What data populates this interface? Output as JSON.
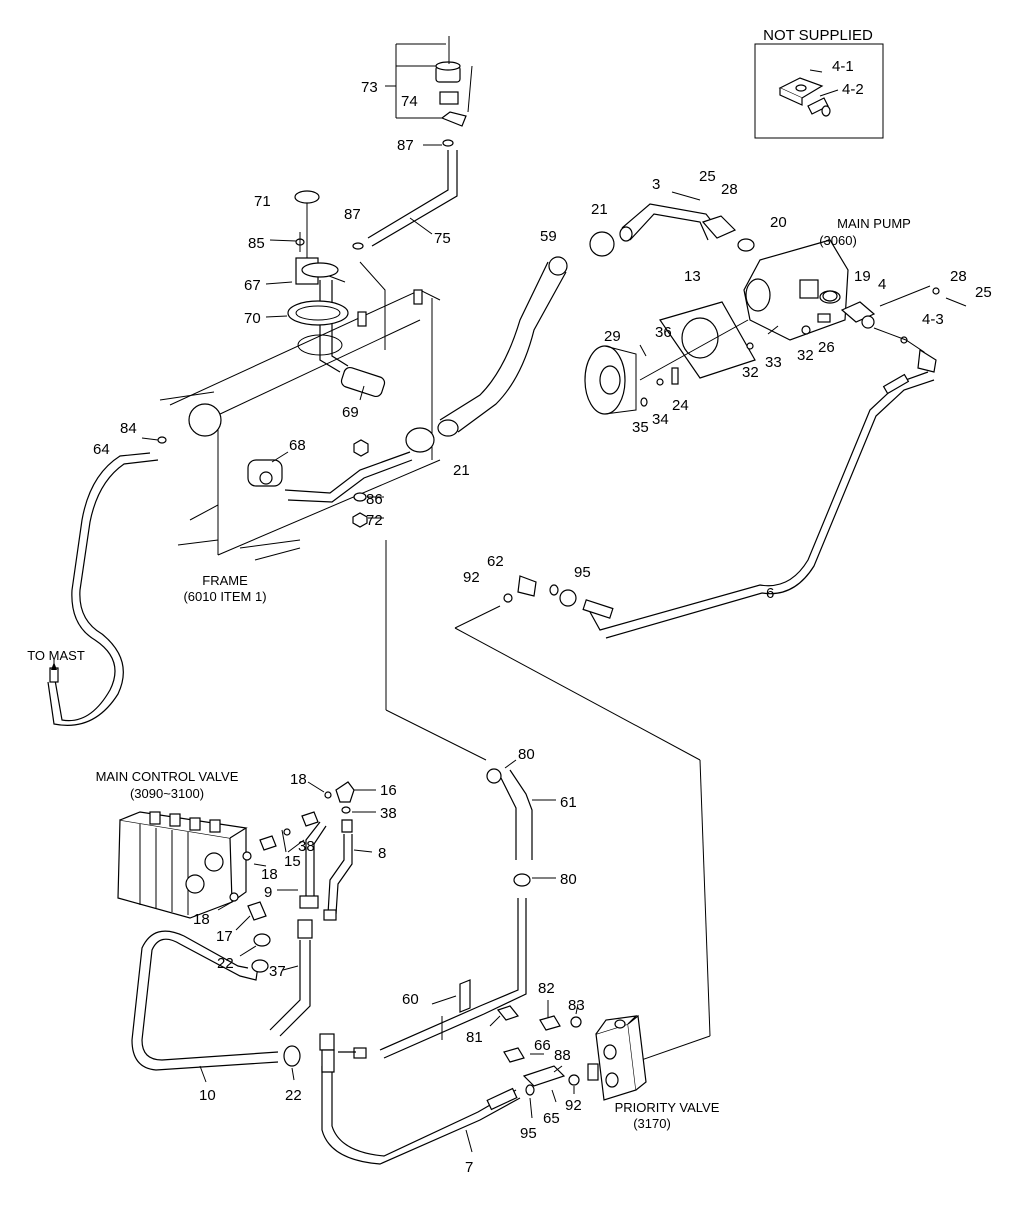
{
  "header": {
    "not_supplied": "NOT SUPPLIED"
  },
  "captions": {
    "main_pump": "MAIN PUMP",
    "main_pump_code": "(3060)",
    "frame": "FRAME",
    "frame_code": "(6010 ITEM 1)",
    "to_mast": "TO MAST",
    "main_control_valve": "MAIN CONTROL VALVE",
    "main_control_valve_code": "(3090~3100)",
    "priority_valve": "PRIORITY VALVE",
    "priority_valve_code": "(3170)"
  },
  "callouts": [
    "4-1",
    "4-2",
    "73",
    "74",
    "87",
    "71",
    "87",
    "75",
    "85",
    "67",
    "70",
    "69",
    "68",
    "86",
    "72",
    "84",
    "64",
    "3",
    "25",
    "28",
    "21",
    "20",
    "59",
    "13",
    "29",
    "36",
    "33",
    "32",
    "32",
    "26",
    "19",
    "4",
    "28",
    "25",
    "4-3",
    "35",
    "34",
    "24",
    "21",
    "62",
    "92",
    "95",
    "6",
    "80",
    "61",
    "80",
    "18",
    "16",
    "38",
    "15",
    "38",
    "8",
    "18",
    "9",
    "18",
    "17",
    "22",
    "37",
    "60",
    "81",
    "82",
    "83",
    "66",
    "88",
    "92",
    "65",
    "95",
    "10",
    "22",
    "7"
  ]
}
